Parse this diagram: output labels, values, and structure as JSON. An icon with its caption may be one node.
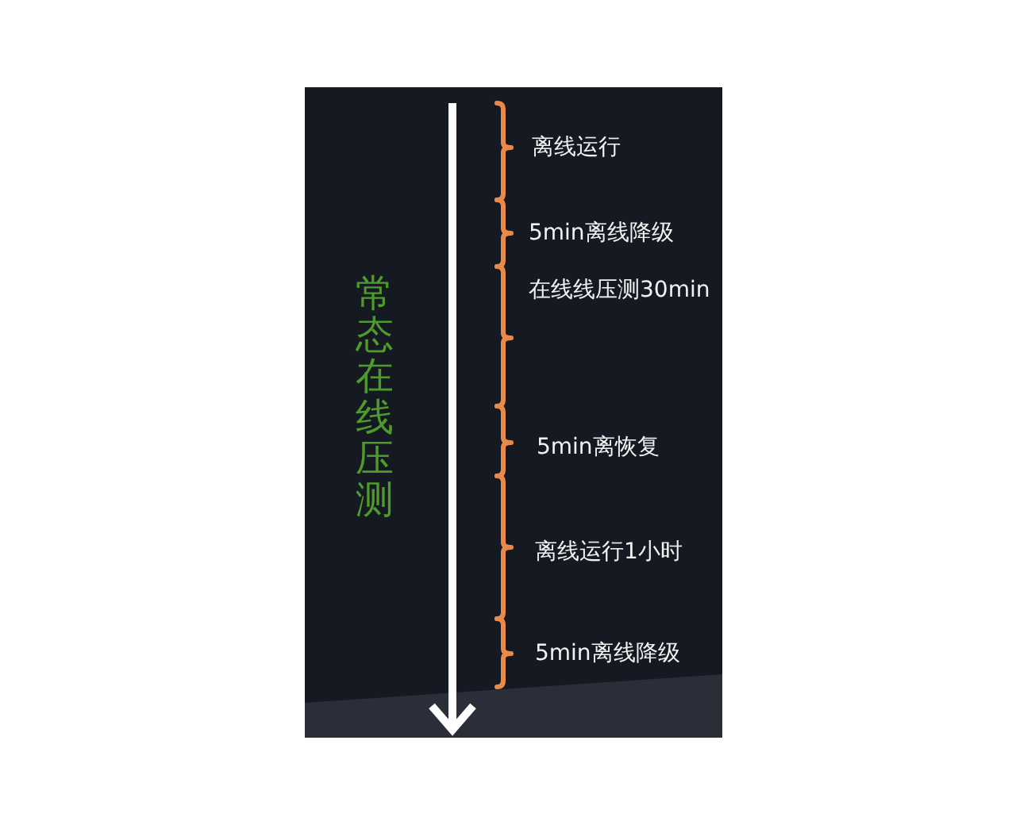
{
  "diagram": {
    "labels": [
      "常态在线压测",
      "离线运行",
      "5min离线降级",
      "在线线压测30min",
      "5min离恢复",
      "离线运行1小时",
      "5min离线降级"
    ]
  }
}
